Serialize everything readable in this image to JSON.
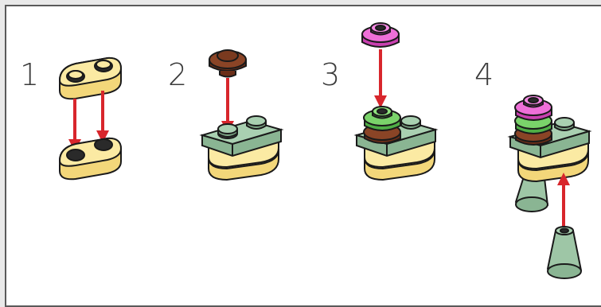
{
  "steps": [
    {
      "number": "1"
    },
    {
      "number": "2"
    },
    {
      "number": "3"
    },
    {
      "number": "4"
    }
  ],
  "colors": {
    "yellow_plate": "#f8e79a",
    "sand_green": "#9ec6a6",
    "reddish_brown": "#7a3a1f",
    "bright_green": "#7ad36a",
    "magenta": "#e95ad3",
    "arrow_red": "#d8262c",
    "outline": "#1a1a1a"
  }
}
